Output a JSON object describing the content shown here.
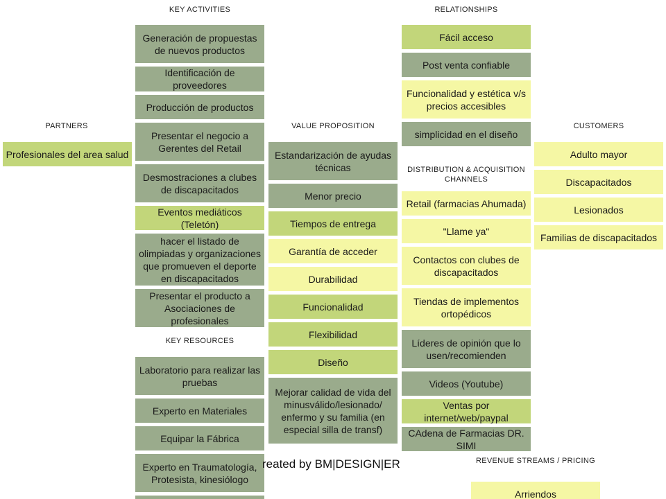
{
  "colors": {
    "gray": "#9aab8c",
    "green": "#c2d67a",
    "yellow": "#f5f7a4"
  },
  "headers": {
    "key_activities": "KEY ACTIVITIES",
    "relationships": "RELATIONSHIPS",
    "partners": "PARTNERS",
    "value_proposition": "VALUE PROPOSITION",
    "customers": "CUSTOMERS",
    "distribution": "DISTRIBUTION  & ACQUISITION  CHANNELS",
    "key_resources": "KEY RESOURCES",
    "revenue": "REVENUE STREAMS / PRICING"
  },
  "partners": [
    "Profesionales del area salud"
  ],
  "key_activities": [
    "Generación de propuestas de nuevos productos",
    "Identificación de proveedores",
    "Producción de productos",
    "Presentar el negocio a Gerentes del Retail",
    "Desmostraciones a clubes de discapacitados",
    "Eventos mediáticos (Teletón)",
    "hacer el listado de olimpiadas y organizaciones que promueven el deporte en discapacitados",
    "Presentar el producto a Asociaciones de profesionales"
  ],
  "key_resources": [
    "Laboratorio para realizar las pruebas",
    "Experto en Materiales",
    "Equipar la Fábrica",
    "Experto en Traumatología, Protesista, kinesiólogo"
  ],
  "value_proposition": [
    "Estandarización de ayudas técnicas",
    "Menor precio",
    "Tiempos de entrega",
    "Garantía de acceder",
    "Durabilidad",
    "Funcionalidad",
    "Flexibilidad",
    "Diseño",
    "Mejorar calidad de vida del minusválido/lesionado/ enfermo y su familia (en especial silla de transf)"
  ],
  "relationships": [
    "Fácil acceso",
    "Post venta confiable",
    "Funcionalidad y estética v/s precios accesibles",
    "simplicidad en el diseño"
  ],
  "distribution": [
    "Retail (farmacias Ahumada)",
    "\"Llame ya\"",
    "Contactos con clubes de discapacitados",
    "Tiendas de implementos ortopédicos",
    "Líderes de opinión que lo usen/recomienden",
    "Videos (Youtube)",
    "Ventas por internet/web/paypal",
    "CAdena de Farmacias DR. SIMI"
  ],
  "customers": [
    "Adulto mayor",
    "Discapacitados",
    "Lesionados",
    "Familias de discapacitados"
  ],
  "revenue": [
    "Arriendos"
  ],
  "watermark": "reated by BM|DESIGN|ER"
}
